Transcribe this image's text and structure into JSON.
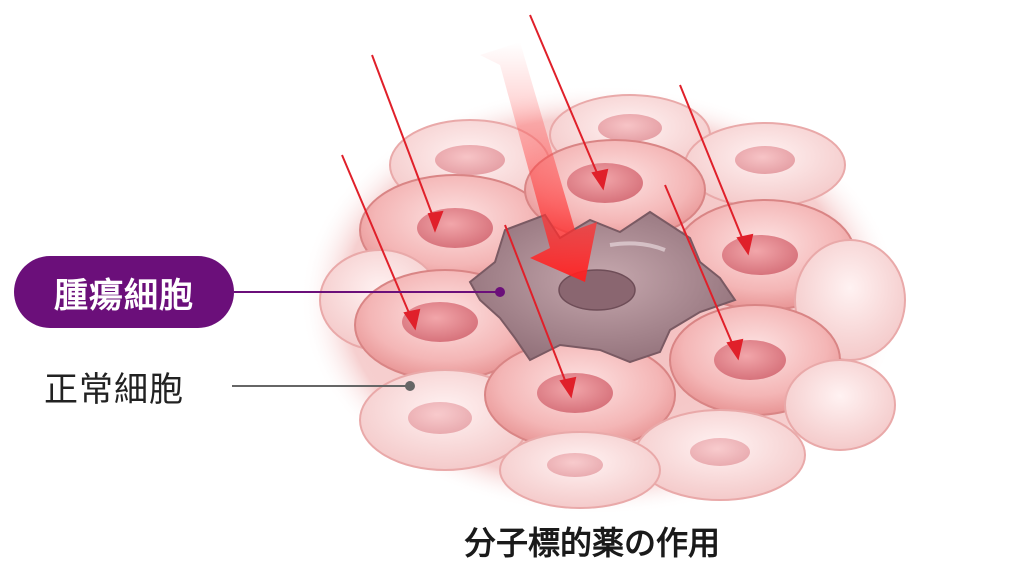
{
  "labels": {
    "tumor": "腫瘍細胞",
    "normal": "正常細胞"
  },
  "caption": "分子標的薬の作用",
  "colors": {
    "tumor_label_bg": "#6b0f7a",
    "tumor_pointer": "#6b0f7a",
    "normal_pointer": "#666666",
    "cell_fill": "#f3b3b3",
    "cell_nucleus": "#e58a8f",
    "tumor_fill": "#a7868e",
    "arrow": "#e0202a",
    "big_arrow": "#ff2a2a"
  },
  "icons": {
    "arrow": "thin-red-arrow",
    "big_arrow": "large-red-arrow"
  }
}
